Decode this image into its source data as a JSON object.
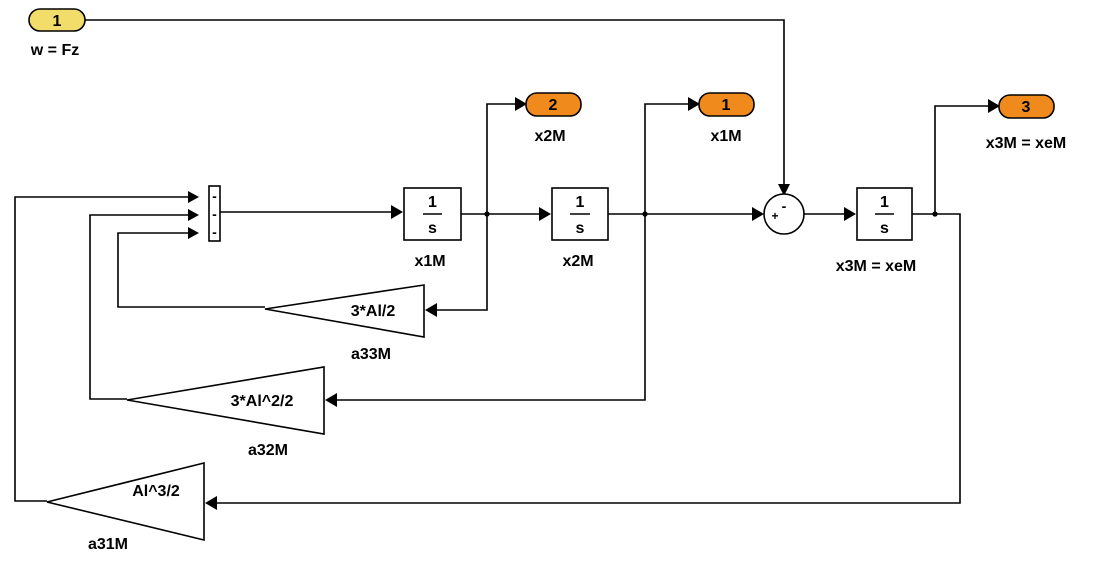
{
  "inport": {
    "number": "1",
    "label": "w = Fz",
    "color": "#f2dc6a"
  },
  "outports": {
    "out2": {
      "number": "2",
      "label": "x2M",
      "color": "#f08a1c"
    },
    "out1": {
      "number": "1",
      "label": "x1M",
      "color": "#f08a1c"
    },
    "out3": {
      "number": "3",
      "label": "x3M = xeM",
      "color": "#f08a1c"
    }
  },
  "sum_minus": {
    "signs": [
      "-",
      "-",
      "-"
    ]
  },
  "sum_plusminus": {
    "signs": [
      "+",
      "-"
    ]
  },
  "integrators": [
    {
      "numerator": "1",
      "denominator": "s",
      "label": "x1M"
    },
    {
      "numerator": "1",
      "denominator": "s",
      "label": "x2M"
    },
    {
      "numerator": "1",
      "denominator": "s",
      "label": "x3M = xeM"
    }
  ],
  "gains": [
    {
      "expr": "3*Al/2",
      "label": "a33M"
    },
    {
      "expr": "3*Al^2/2",
      "label": "a32M"
    },
    {
      "expr": "Al^3/2",
      "label": "a31M"
    }
  ]
}
